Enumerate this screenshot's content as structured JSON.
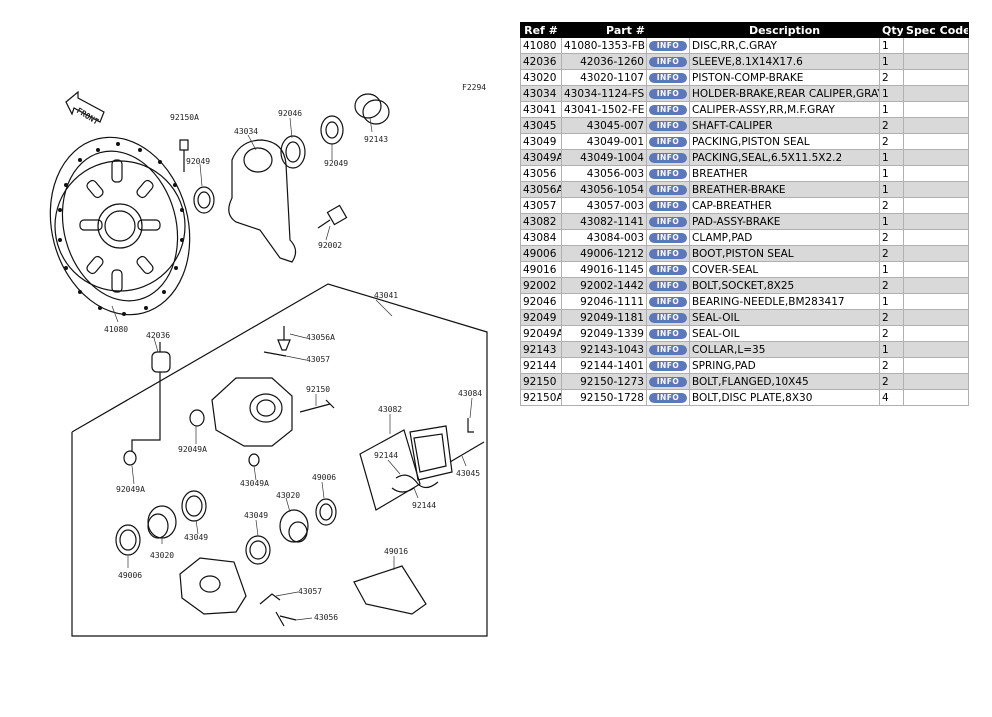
{
  "diagram": {
    "front_label": "FRONT",
    "code": "F2294",
    "callouts": {
      "c92150A": "92150A",
      "c43034": "43034",
      "c92046": "92046",
      "c92143": "92143",
      "c92049a": "92049",
      "c92049b": "92049",
      "c92002": "92002",
      "c41080": "41080",
      "c42036": "42036",
      "c43041": "43041",
      "c43056A": "43056A",
      "c43057a": "43057",
      "c92150": "92150",
      "c43084": "43084",
      "c43082": "43082",
      "c92049Aa": "92049A",
      "c92049Ab": "92049A",
      "c43049Aa": "43049A",
      "c92144a": "92144",
      "c92144b": "92144",
      "c43045": "43045",
      "c49006a": "49006",
      "c43020a": "43020",
      "c43049a": "43049",
      "c43049b": "43049",
      "c43020b": "43020",
      "c49006b": "49006",
      "c49016": "49016",
      "c43057b": "43057",
      "c43056": "43056"
    }
  },
  "table": {
    "headers": {
      "ref": "Ref #",
      "part": "Part #",
      "desc": "Description",
      "qty": "Qty",
      "spec": "Spec Code"
    },
    "info_label": "INFO",
    "rows": [
      {
        "ref": "41080",
        "part": "41080-1353-FB",
        "desc": "DISC,RR,C.GRAY",
        "qty": "1",
        "spec": ""
      },
      {
        "ref": "42036",
        "part": "42036-1260",
        "desc": "SLEEVE,8.1X14X17.6",
        "qty": "1",
        "spec": ""
      },
      {
        "ref": "43020",
        "part": "43020-1107",
        "desc": "PISTON-COMP-BRAKE",
        "qty": "2",
        "spec": ""
      },
      {
        "ref": "43034",
        "part": "43034-1124-FS",
        "desc": "HOLDER-BRAKE,REAR CALIPER,GRAY",
        "qty": "1",
        "spec": ""
      },
      {
        "ref": "43041",
        "part": "43041-1502-FE",
        "desc": "CALIPER-ASSY,RR,M.F.GRAY",
        "qty": "1",
        "spec": ""
      },
      {
        "ref": "43045",
        "part": "43045-007",
        "desc": "SHAFT-CALIPER",
        "qty": "2",
        "spec": ""
      },
      {
        "ref": "43049",
        "part": "43049-001",
        "desc": "PACKING,PISTON SEAL",
        "qty": "2",
        "spec": ""
      },
      {
        "ref": "43049A",
        "part": "43049-1004",
        "desc": "PACKING,SEAL,6.5X11.5X2.2",
        "qty": "1",
        "spec": ""
      },
      {
        "ref": "43056",
        "part": "43056-003",
        "desc": "BREATHER",
        "qty": "1",
        "spec": ""
      },
      {
        "ref": "43056A",
        "part": "43056-1054",
        "desc": "BREATHER-BRAKE",
        "qty": "1",
        "spec": ""
      },
      {
        "ref": "43057",
        "part": "43057-003",
        "desc": "CAP-BREATHER",
        "qty": "2",
        "spec": ""
      },
      {
        "ref": "43082",
        "part": "43082-1141",
        "desc": "PAD-ASSY-BRAKE",
        "qty": "1",
        "spec": ""
      },
      {
        "ref": "43084",
        "part": "43084-003",
        "desc": "CLAMP,PAD",
        "qty": "2",
        "spec": ""
      },
      {
        "ref": "49006",
        "part": "49006-1212",
        "desc": "BOOT,PISTON SEAL",
        "qty": "2",
        "spec": ""
      },
      {
        "ref": "49016",
        "part": "49016-1145",
        "desc": "COVER-SEAL",
        "qty": "1",
        "spec": ""
      },
      {
        "ref": "92002",
        "part": "92002-1442",
        "desc": "BOLT,SOCKET,8X25",
        "qty": "2",
        "spec": ""
      },
      {
        "ref": "92046",
        "part": "92046-1111",
        "desc": "BEARING-NEEDLE,BM283417",
        "qty": "1",
        "spec": ""
      },
      {
        "ref": "92049",
        "part": "92049-1181",
        "desc": "SEAL-OIL",
        "qty": "2",
        "spec": ""
      },
      {
        "ref": "92049A",
        "part": "92049-1339",
        "desc": "SEAL-OIL",
        "qty": "2",
        "spec": ""
      },
      {
        "ref": "92143",
        "part": "92143-1043",
        "desc": "COLLAR,L=35",
        "qty": "1",
        "spec": ""
      },
      {
        "ref": "92144",
        "part": "92144-1401",
        "desc": "SPRING,PAD",
        "qty": "2",
        "spec": ""
      },
      {
        "ref": "92150",
        "part": "92150-1273",
        "desc": "BOLT,FLANGED,10X45",
        "qty": "2",
        "spec": ""
      },
      {
        "ref": "92150A",
        "part": "92150-1728",
        "desc": "BOLT,DISC PLATE,8X30",
        "qty": "4",
        "spec": ""
      }
    ]
  }
}
